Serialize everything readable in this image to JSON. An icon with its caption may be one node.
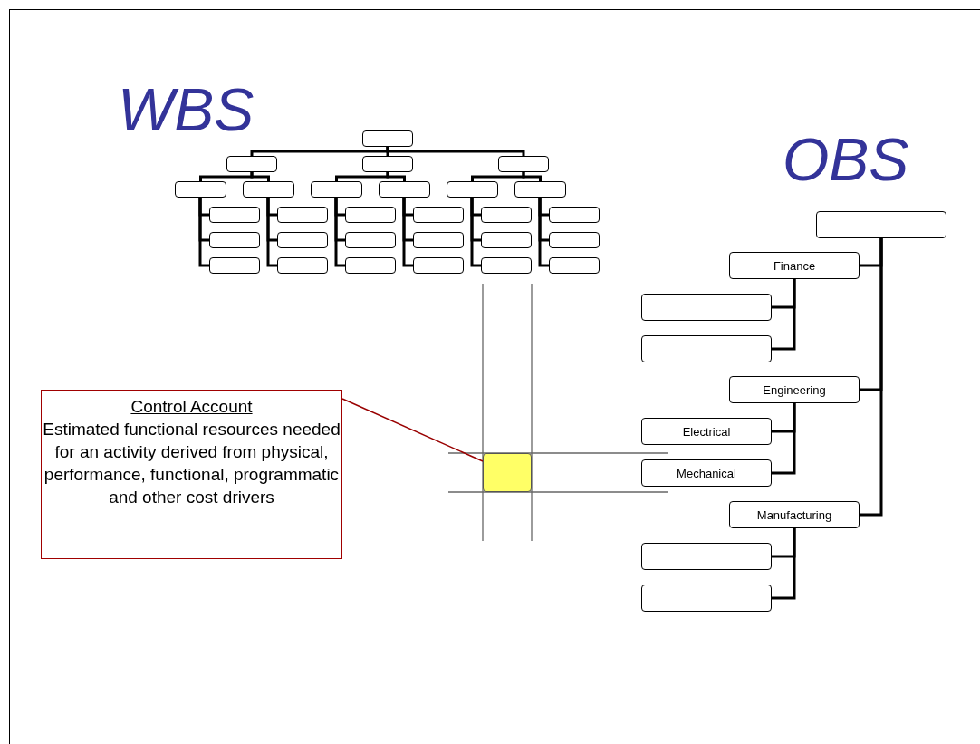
{
  "diagram": {
    "nodes": [
      {
        "text": [],
        "shape": "box"
      },
      {
        "text": [],
        "shape": "box"
      },
      {
        "text": [],
        "shape": "box"
      },
      {
        "text": [],
        "shape": "box"
      },
      {
        "text": [],
        "shape": "box"
      },
      {
        "text": [],
        "shape": "box"
      },
      {
        "text": [],
        "shape": "box"
      },
      {
        "text": [],
        "shape": "box"
      },
      {
        "text": [],
        "shape": "box"
      },
      {
        "text": [],
        "shape": "box"
      },
      {
        "text": [],
        "shape": "box"
      },
      {
        "text": [],
        "shape": "box"
      },
      {
        "text": [],
        "shape": "box"
      },
      {
        "text": [],
        "shape": "box"
      },
      {
        "text": [],
        "shape": "box"
      },
      {
        "text": [],
        "shape": "box"
      },
      {
        "text": [],
        "shape": "box"
      },
      {
        "text": [],
        "shape": "box"
      },
      {
        "text": [],
        "shape": "box"
      },
      {
        "text": [],
        "shape": "box"
      },
      {
        "text": [],
        "shape": "box"
      },
      {
        "text": [],
        "shape": "box"
      },
      {
        "text": [],
        "shape": "box"
      },
      {
        "text": [],
        "shape": "box"
      },
      {
        "text": [],
        "shape": "box"
      },
      {
        "text": [],
        "shape": "box"
      },
      {
        "text": [],
        "shape": "box"
      },
      {
        "text": [],
        "shape": "box"
      },
      {
        "text": [],
        "shape": "box"
      },
      {
        "text": [
          "Finance"
        ]
      },
      {
        "text": [],
        "shape": "box"
      },
      {
        "text": [],
        "shape": "box"
      },
      {
        "text": [
          "Engineering"
        ]
      },
      {
        "text": [
          "Electrical"
        ]
      },
      {
        "text": [
          "Mechanical"
        ]
      },
      {
        "text": [
          "Manufacturing"
        ]
      },
      {
        "text": [],
        "shape": "box"
      },
      {
        "text": [],
        "shape": "box"
      },
      {
        "text": [
          "Control Account",
          "Estimated functional resources needed for an activity derived from physical, performance, functional, programmatic and other cost drivers"
        ]
      },
      {
        "text": [],
        "shape": "box"
      }
    ],
    "edges": [
      {
        "from": 0,
        "to": 1,
        "arrow": "none"
      },
      {
        "from": 0,
        "to": 2,
        "arrow": "none"
      },
      {
        "from": 0,
        "to": 3,
        "arrow": "none"
      },
      {
        "from": 1,
        "to": 4,
        "arrow": "none"
      },
      {
        "from": 1,
        "to": 5,
        "arrow": "none"
      },
      {
        "from": 2,
        "to": 6,
        "arrow": "none"
      },
      {
        "from": 2,
        "to": 7,
        "arrow": "none"
      },
      {
        "from": 3,
        "to": 8,
        "arrow": "none"
      },
      {
        "from": 3,
        "to": 9,
        "arrow": "none"
      },
      {
        "from": 4,
        "to": 10,
        "arrow": "none"
      },
      {
        "from": 4,
        "to": 11,
        "arrow": "none"
      },
      {
        "from": 4,
        "to": 12,
        "arrow": "none"
      },
      {
        "from": 5,
        "to": 13,
        "arrow": "none"
      },
      {
        "from": 5,
        "to": 14,
        "arrow": "none"
      },
      {
        "from": 5,
        "to": 15,
        "arrow": "none"
      },
      {
        "from": 6,
        "to": 16,
        "arrow": "none"
      },
      {
        "from": 6,
        "to": 17,
        "arrow": "none"
      },
      {
        "from": 6,
        "to": 18,
        "arrow": "none"
      },
      {
        "from": 7,
        "to": 19,
        "arrow": "none"
      },
      {
        "from": 7,
        "to": 20,
        "arrow": "none"
      },
      {
        "from": 7,
        "to": 21,
        "arrow": "none"
      },
      {
        "from": 8,
        "to": 22,
        "arrow": "none"
      },
      {
        "from": 8,
        "to": 23,
        "arrow": "none"
      },
      {
        "from": 8,
        "to": 24,
        "arrow": "none"
      },
      {
        "from": 9,
        "to": 25,
        "arrow": "none"
      },
      {
        "from": 9,
        "to": 26,
        "arrow": "none"
      },
      {
        "from": 9,
        "to": 27,
        "arrow": "none"
      },
      {
        "from": 28,
        "to": 29,
        "arrow": "none"
      },
      {
        "from": 28,
        "to": 32,
        "arrow": "none"
      },
      {
        "from": 28,
        "to": 35,
        "arrow": "none"
      },
      {
        "from": 29,
        "to": 30,
        "arrow": "none"
      },
      {
        "from": 29,
        "to": 31,
        "arrow": "none"
      },
      {
        "from": 32,
        "to": 33,
        "arrow": "none"
      },
      {
        "from": 32,
        "to": 34,
        "arrow": "none"
      },
      {
        "from": 35,
        "to": 36,
        "arrow": "none"
      },
      {
        "from": 35,
        "to": 37,
        "arrow": "none"
      },
      {
        "from": 38,
        "to": 39,
        "arrow": "none",
        "color": "#990000"
      }
    ],
    "labels": [
      "WBS",
      "OBS"
    ]
  }
}
